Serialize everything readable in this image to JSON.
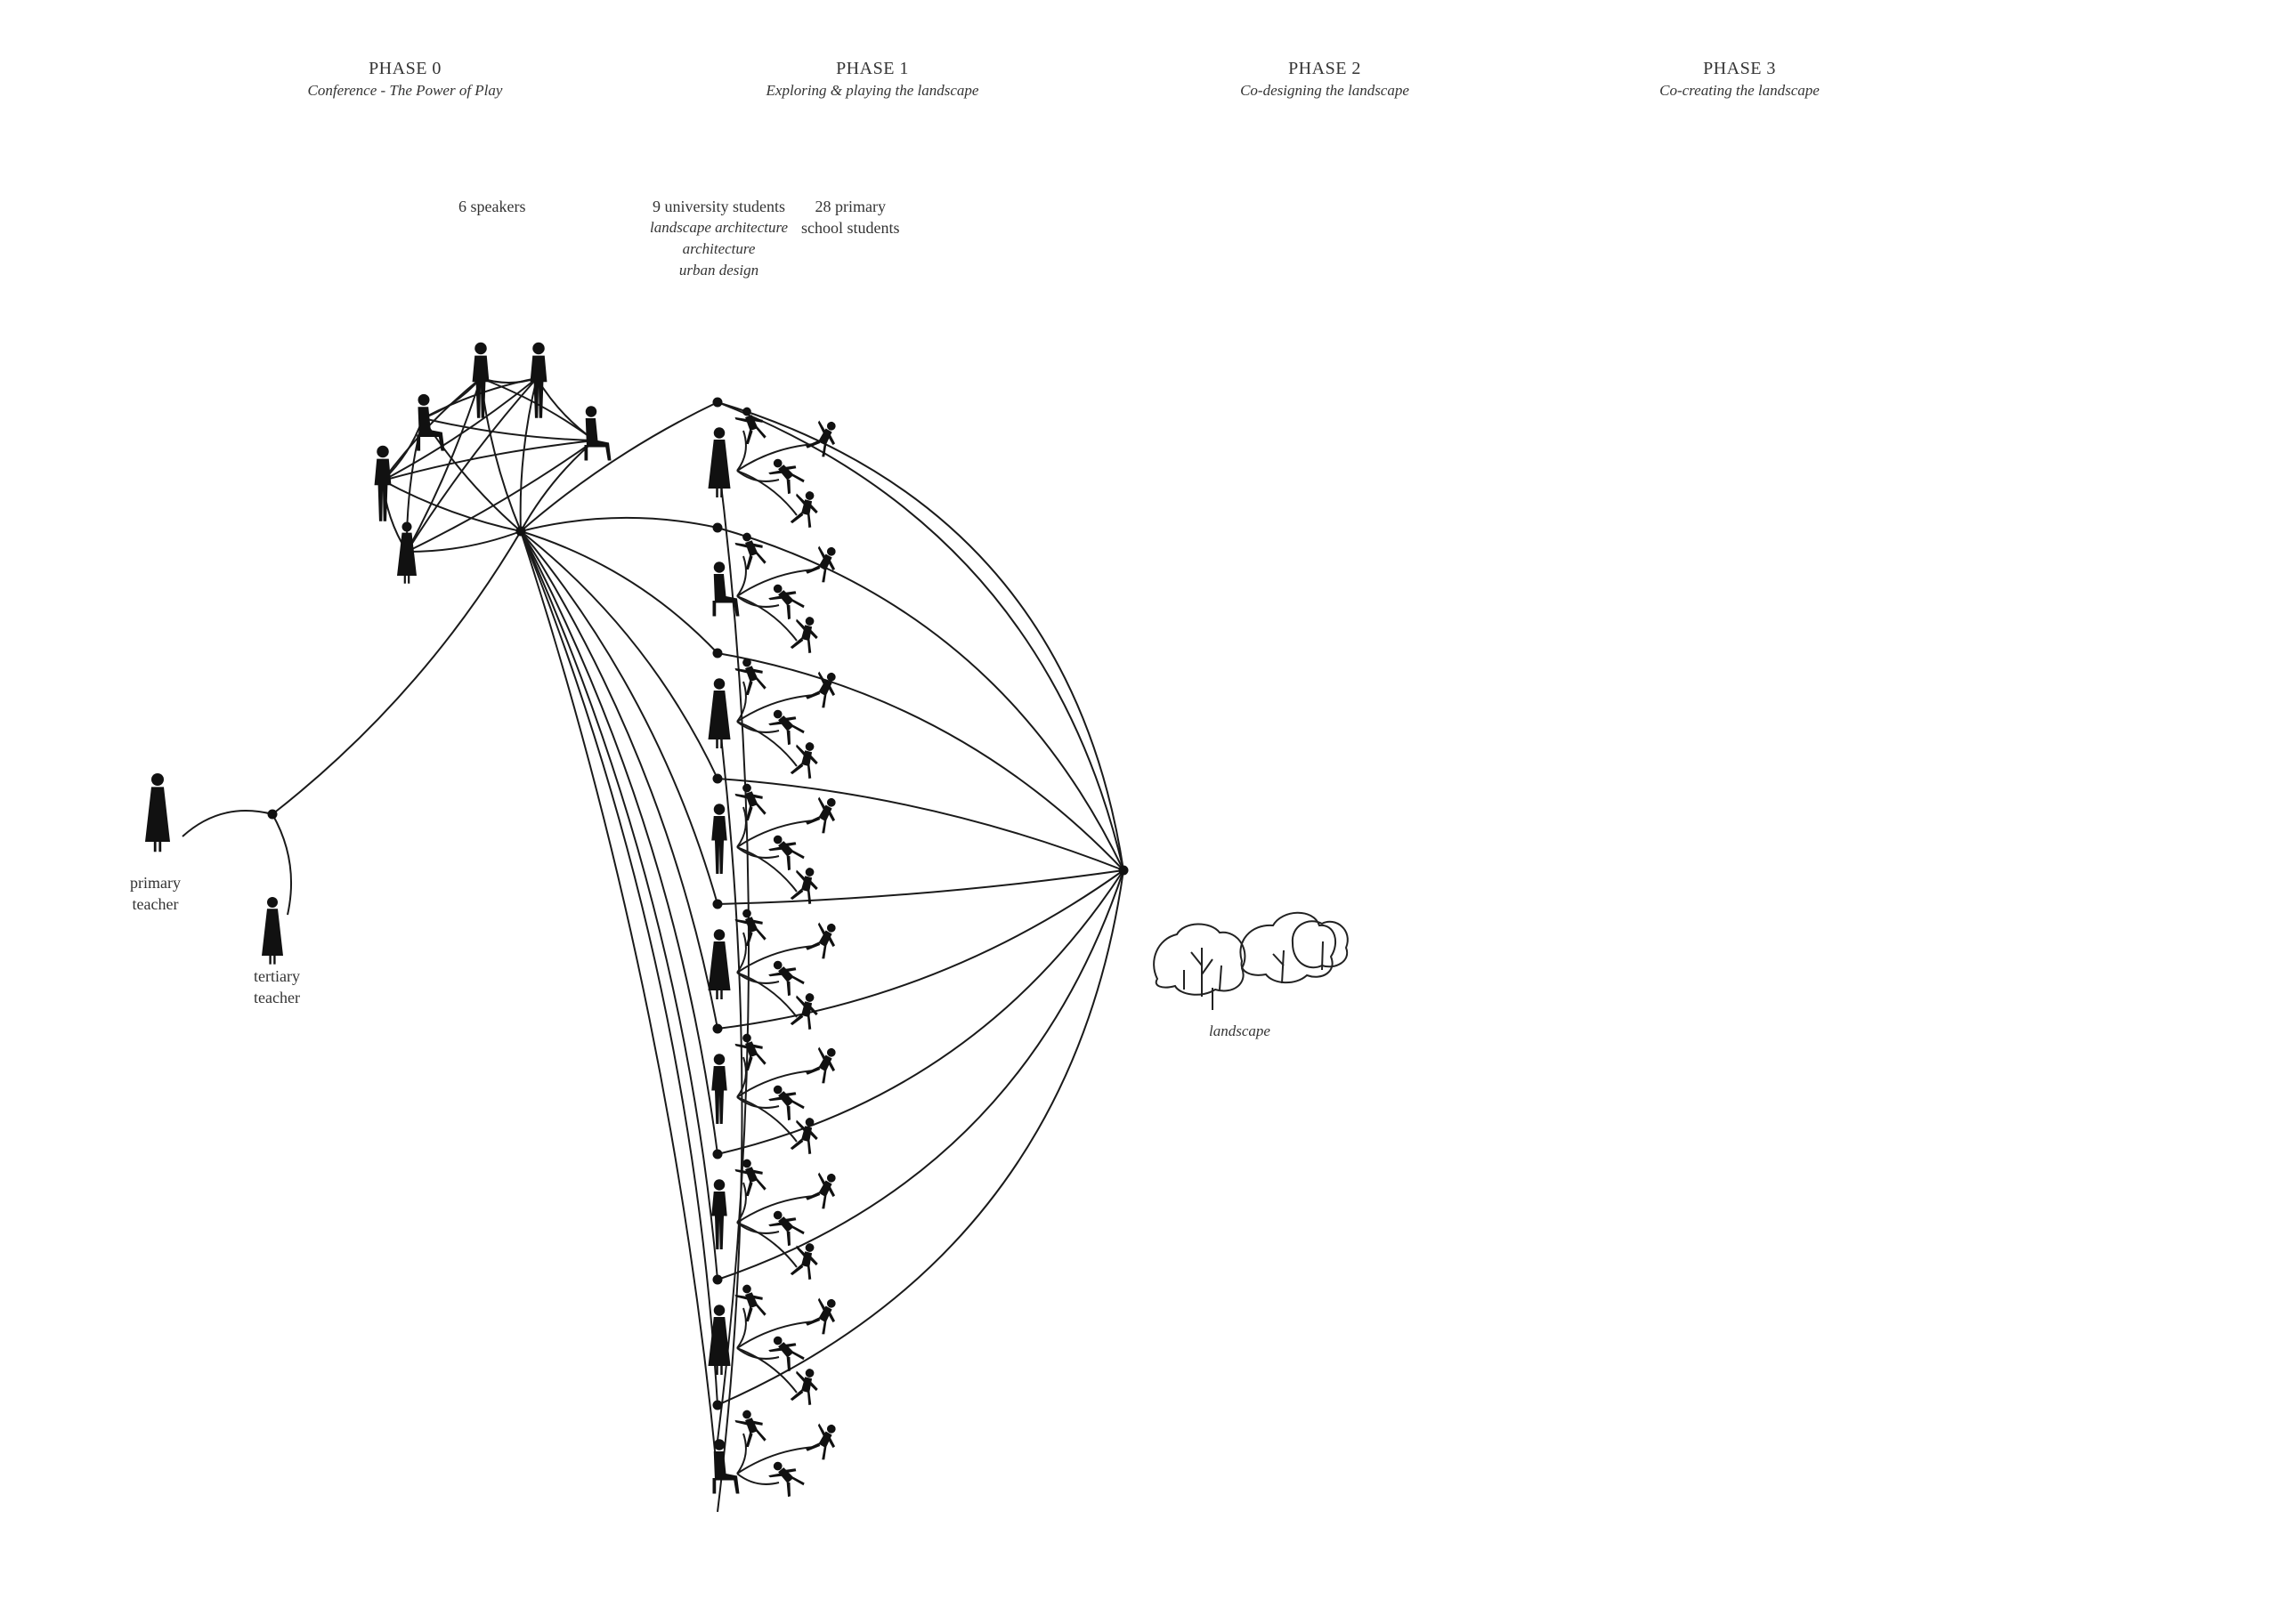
{
  "phases": [
    {
      "title": "PHASE 0",
      "subtitle": "Conference - The Power of  Play"
    },
    {
      "title": "PHASE 1",
      "subtitle": "Exploring & playing the landscape"
    },
    {
      "title": "PHASE 2",
      "subtitle": "Co-designing the landscape"
    },
    {
      "title": "PHASE 3",
      "subtitle": "Co-creating the landscape"
    }
  ],
  "groups": {
    "speakers": "6 speakers",
    "university": {
      "line1": "9 university students",
      "disciplines": [
        "landscape architecture",
        "architecture",
        "urban design"
      ]
    },
    "primary_students": {
      "line1": "28 primary",
      "line2": "school students"
    }
  },
  "actors": {
    "primary_teacher": {
      "line1": "primary",
      "line2": "teacher"
    },
    "tertiary_teacher": {
      "line1": "tertiary",
      "line2": "teacher"
    },
    "landscape": "landscape"
  },
  "colors": {
    "ink": "#111111",
    "line": "#1a1a1a",
    "text": "#333333"
  }
}
